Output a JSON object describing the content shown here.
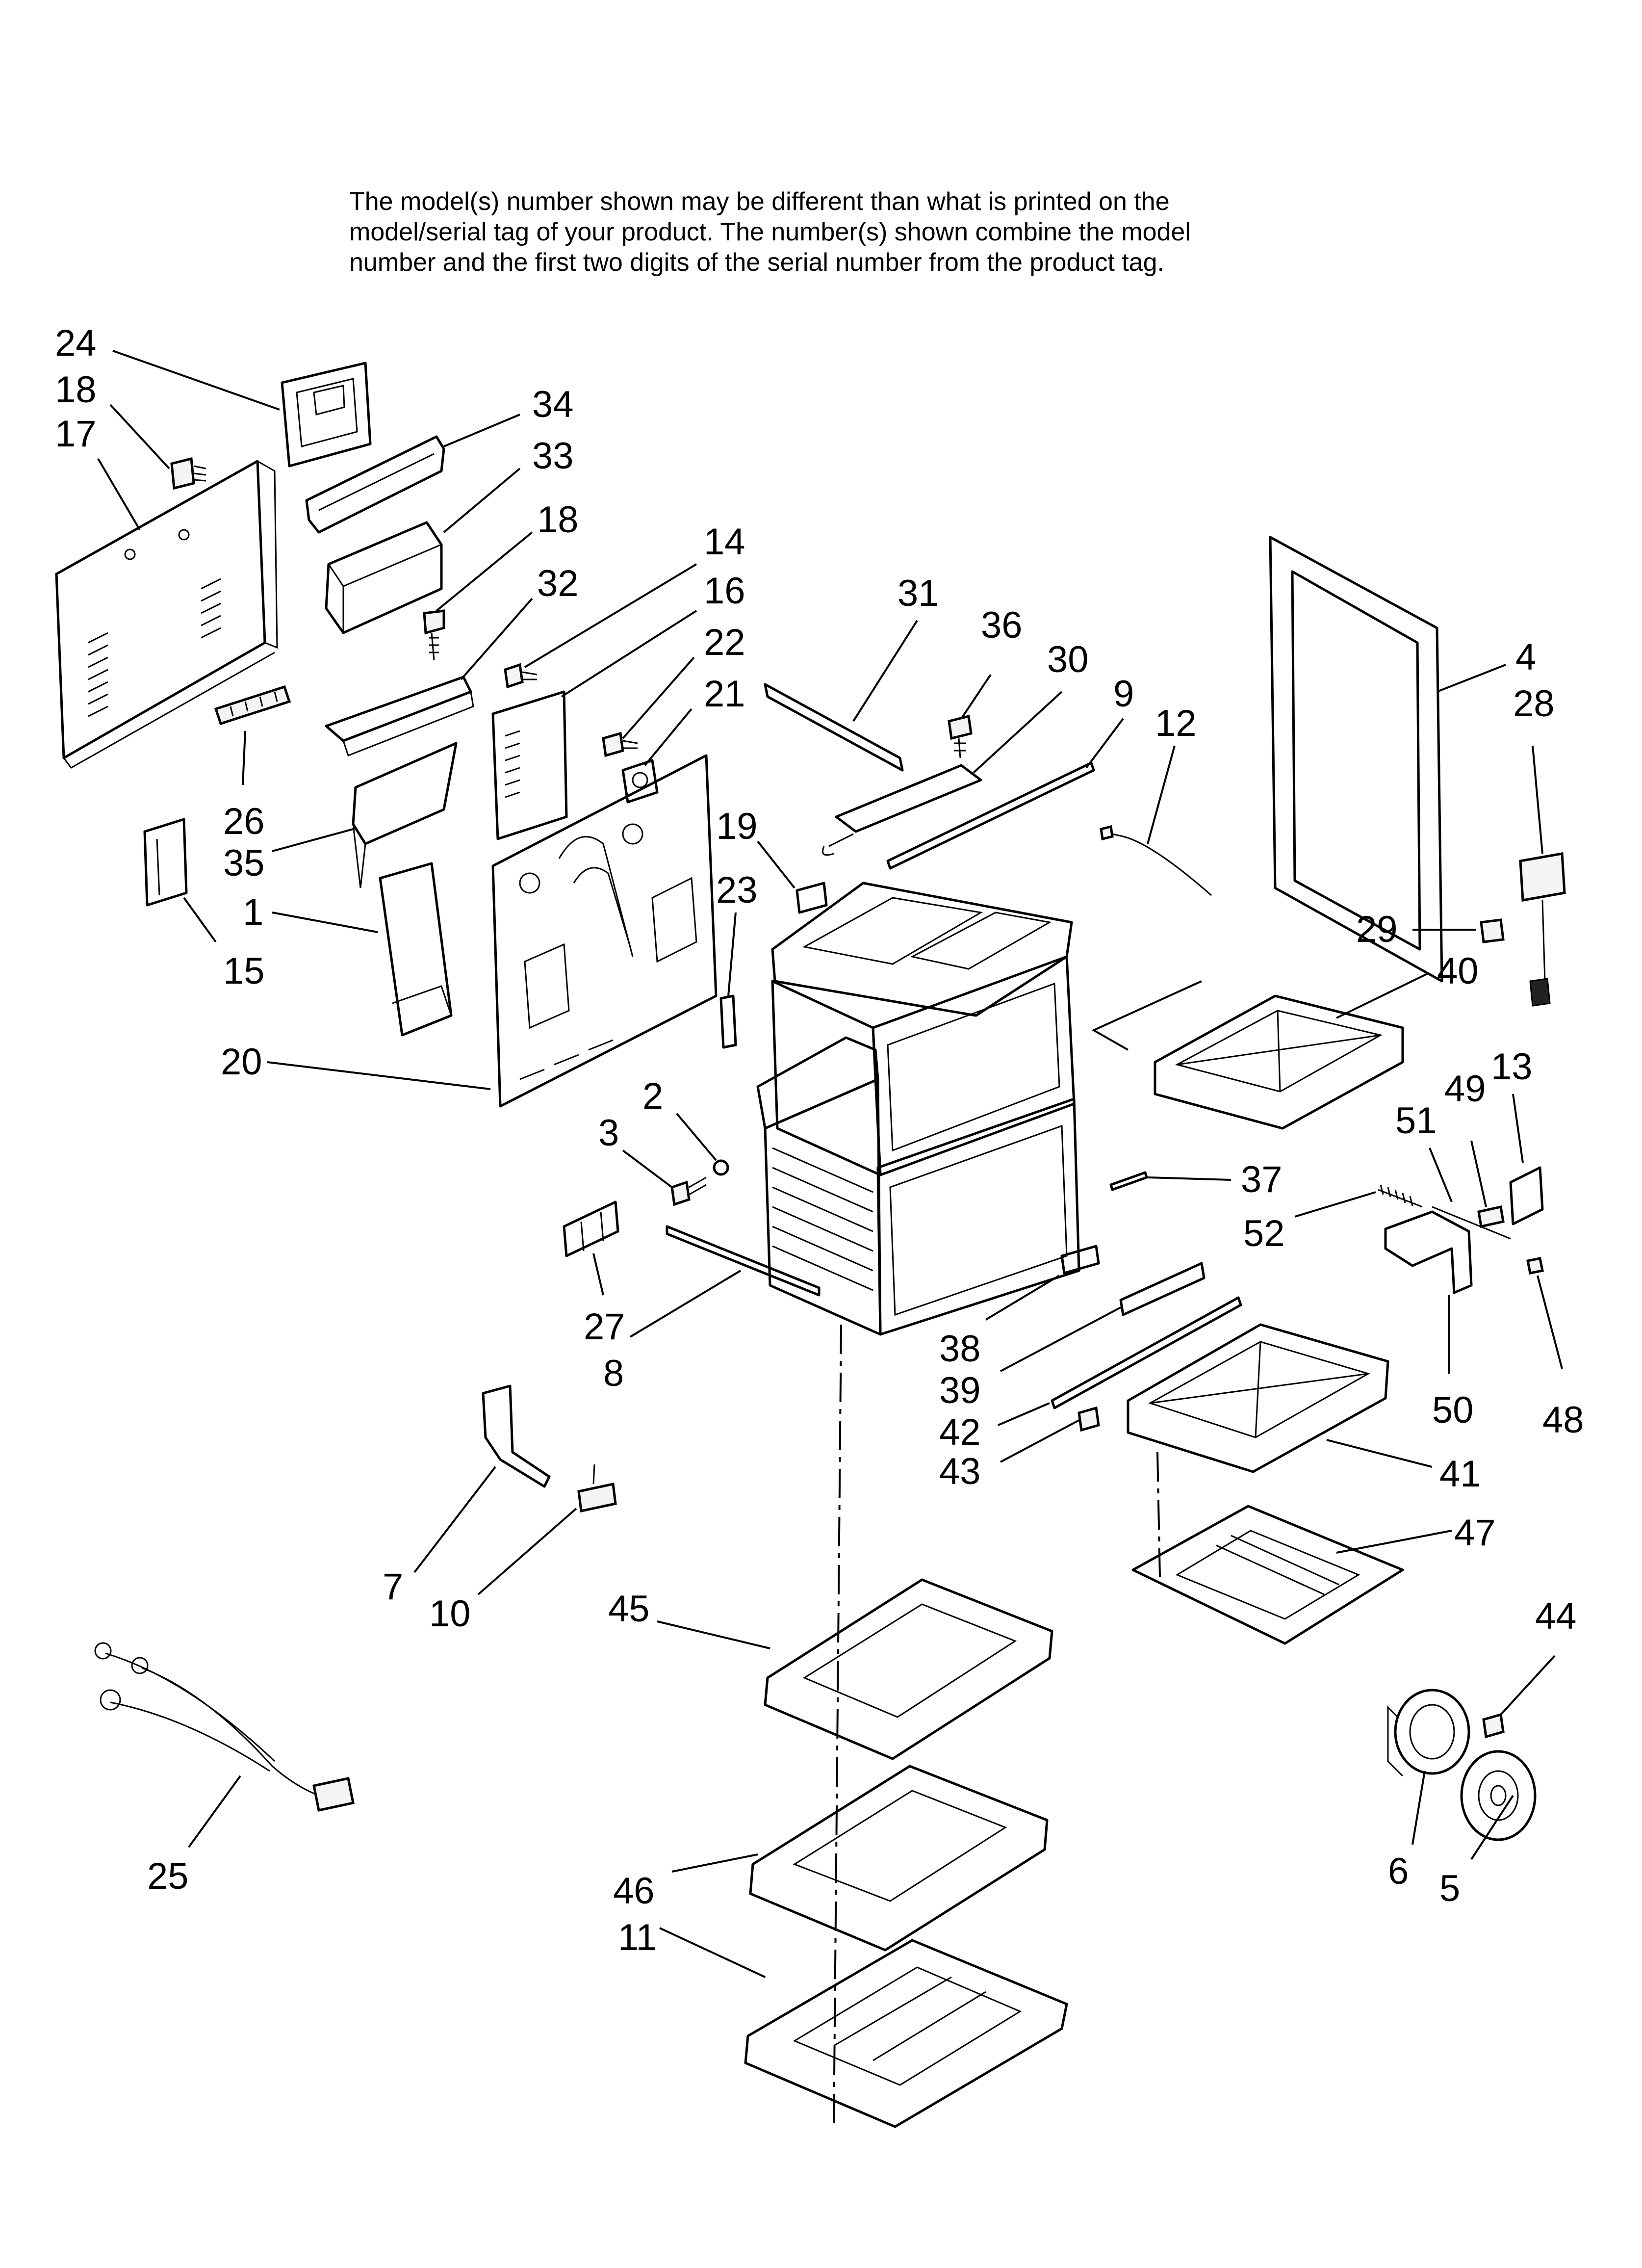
{
  "notice": {
    "lines": [
      "The model(s) number shown may be different than what is printed on the",
      "model/serial tag of your product. The number(s) shown combine the model",
      "number and the first two digits of the serial number from the product tag."
    ]
  },
  "callouts": [
    {
      "id": "24",
      "text": "24"
    },
    {
      "id": "18a",
      "text": "18"
    },
    {
      "id": "17",
      "text": "17"
    },
    {
      "id": "34",
      "text": "34"
    },
    {
      "id": "33",
      "text": "33"
    },
    {
      "id": "18b",
      "text": "18"
    },
    {
      "id": "32",
      "text": "32"
    },
    {
      "id": "14",
      "text": "14"
    },
    {
      "id": "16",
      "text": "16"
    },
    {
      "id": "22",
      "text": "22"
    },
    {
      "id": "21",
      "text": "21"
    },
    {
      "id": "31",
      "text": "31"
    },
    {
      "id": "36",
      "text": "36"
    },
    {
      "id": "30",
      "text": "30"
    },
    {
      "id": "9",
      "text": "9"
    },
    {
      "id": "12",
      "text": "12"
    },
    {
      "id": "4",
      "text": "4"
    },
    {
      "id": "28",
      "text": "28"
    },
    {
      "id": "26",
      "text": "26"
    },
    {
      "id": "35",
      "text": "35"
    },
    {
      "id": "1",
      "text": "1"
    },
    {
      "id": "15",
      "text": "15"
    },
    {
      "id": "19",
      "text": "19"
    },
    {
      "id": "23",
      "text": "23"
    },
    {
      "id": "29",
      "text": "29"
    },
    {
      "id": "40",
      "text": "40"
    },
    {
      "id": "20",
      "text": "20"
    },
    {
      "id": "13",
      "text": "13"
    },
    {
      "id": "49",
      "text": "49"
    },
    {
      "id": "51",
      "text": "51"
    },
    {
      "id": "2",
      "text": "2"
    },
    {
      "id": "3",
      "text": "3"
    },
    {
      "id": "37",
      "text": "37"
    },
    {
      "id": "52",
      "text": "52"
    },
    {
      "id": "27",
      "text": "27"
    },
    {
      "id": "8",
      "text": "8"
    },
    {
      "id": "38",
      "text": "38"
    },
    {
      "id": "39",
      "text": "39"
    },
    {
      "id": "50",
      "text": "50"
    },
    {
      "id": "48",
      "text": "48"
    },
    {
      "id": "42",
      "text": "42"
    },
    {
      "id": "43",
      "text": "43"
    },
    {
      "id": "41",
      "text": "41"
    },
    {
      "id": "7",
      "text": "7"
    },
    {
      "id": "10",
      "text": "10"
    },
    {
      "id": "47",
      "text": "47"
    },
    {
      "id": "45",
      "text": "45"
    },
    {
      "id": "44",
      "text": "44"
    },
    {
      "id": "25",
      "text": "25"
    },
    {
      "id": "6",
      "text": "6"
    },
    {
      "id": "5",
      "text": "5"
    },
    {
      "id": "46",
      "text": "46"
    },
    {
      "id": "11",
      "text": "11"
    }
  ]
}
